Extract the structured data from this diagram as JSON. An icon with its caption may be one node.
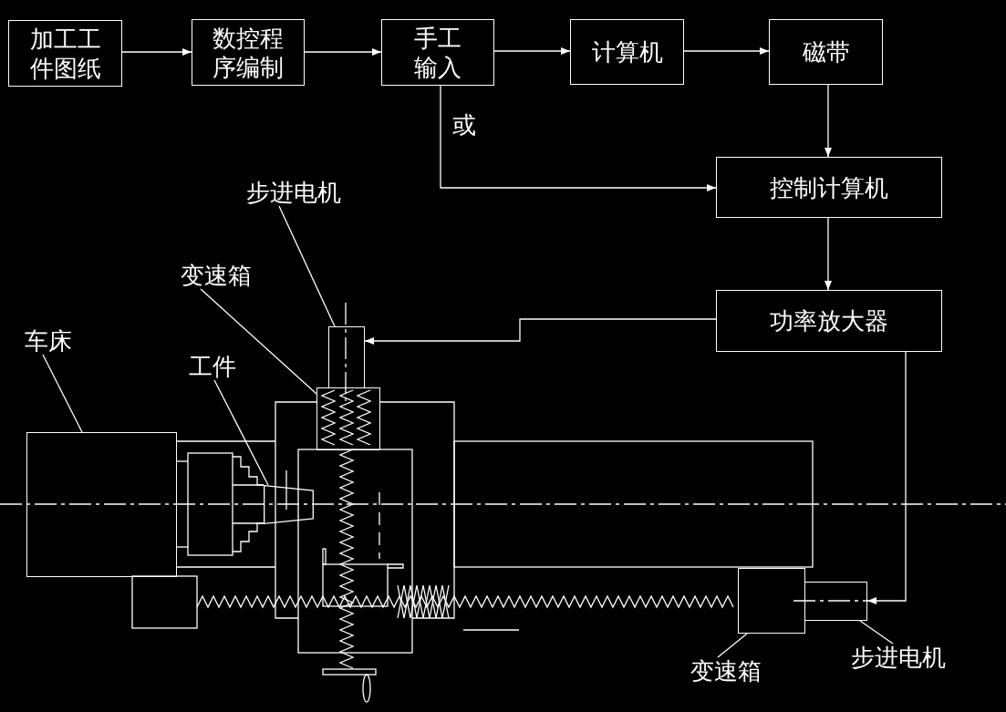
{
  "diagram": {
    "nodes": [
      {
        "text": [
          "加工工件图纸"
        ]
      },
      {
        "text": [
          "数控程序编制"
        ]
      },
      {
        "text": [
          "手工输入"
        ]
      },
      {
        "text": [
          "计算机"
        ]
      },
      {
        "text": [
          "磁带"
        ]
      },
      {
        "text": [
          "控制计算机"
        ]
      },
      {
        "text": [
          "步进电机"
        ]
      },
      {
        "text": [
          "变速箱"
        ]
      },
      {
        "text": [
          "功率放大器"
        ]
      },
      {
        "text": [
          "车床"
        ]
      },
      {
        "text": [
          "工件"
        ]
      },
      {
        "text": [
          "变速箱"
        ]
      },
      {
        "text": [
          "步进电机"
        ]
      },
      {
        "text": [],
        "shape": "box"
      },
      {
        "text": [],
        "shape": "box"
      },
      {
        "text": [],
        "shape": "box"
      },
      {
        "text": [],
        "shape": "trapezoid"
      },
      {
        "text": [],
        "shape": "box"
      },
      {
        "text": [],
        "shape": "box"
      }
    ],
    "edges": [
      {
        "from": 0,
        "to": 1,
        "arrow": "to"
      },
      {
        "from": 1,
        "to": 2,
        "arrow": "to"
      },
      {
        "from": 2,
        "to": 3,
        "arrow": "to"
      },
      {
        "from": 3,
        "to": 4,
        "arrow": "to"
      },
      {
        "from": 4,
        "to": 5,
        "arrow": "to"
      },
      {
        "from": 2,
        "to": 5,
        "arrow": "to",
        "label": "或"
      },
      {
        "from": 5,
        "to": 8,
        "arrow": "to"
      },
      {
        "from": 8,
        "to": 13,
        "arrow": "to"
      },
      {
        "from": 8,
        "to": 18,
        "arrow": "to"
      },
      {
        "from": 6,
        "to": 13,
        "arrow": "none"
      },
      {
        "from": 7,
        "to": 14,
        "arrow": "none"
      },
      {
        "from": 9,
        "to": 15,
        "arrow": "none"
      },
      {
        "from": 10,
        "to": 16,
        "arrow": "none"
      },
      {
        "from": 11,
        "to": 17,
        "arrow": "none"
      },
      {
        "from": 12,
        "to": 18,
        "arrow": "none"
      }
    ]
  }
}
